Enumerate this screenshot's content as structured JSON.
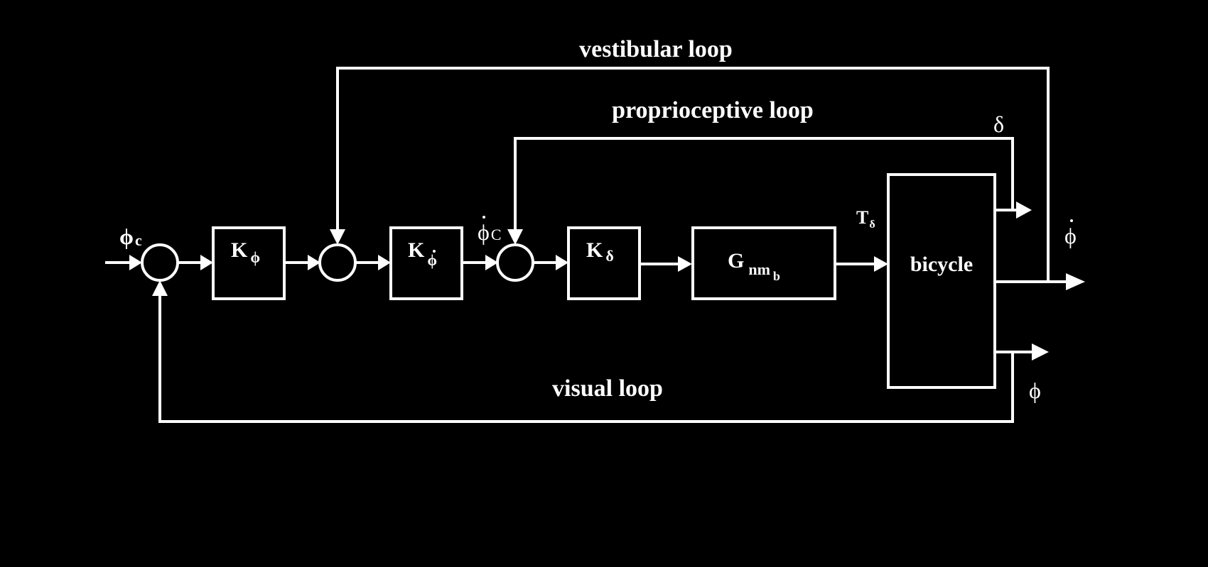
{
  "loops": {
    "vestibular": "vestibular loop",
    "proprioceptive": "proprioceptive loop",
    "visual": "visual loop"
  },
  "blocks": {
    "k_phi": {
      "main": "K",
      "sub": "ϕ"
    },
    "k_phidot": {
      "main": "K",
      "sub": "ϕ"
    },
    "k_delta": {
      "main": "K",
      "sub": "δ"
    },
    "g_nm": {
      "main": "G",
      "sub": "nm",
      "subsub": "b"
    },
    "bicycle": "bicycle"
  },
  "signals": {
    "phi_c": {
      "main": "ϕ",
      "sub": "c"
    },
    "phidot_c": {
      "main": "ϕ",
      "sub": "C"
    },
    "t_delta": {
      "main": "T",
      "sub": "δ"
    },
    "delta": "δ",
    "phi_dot": "ϕ",
    "phi": "ϕ"
  },
  "colors": {
    "background": "#000000",
    "foreground": "#ffffff"
  }
}
